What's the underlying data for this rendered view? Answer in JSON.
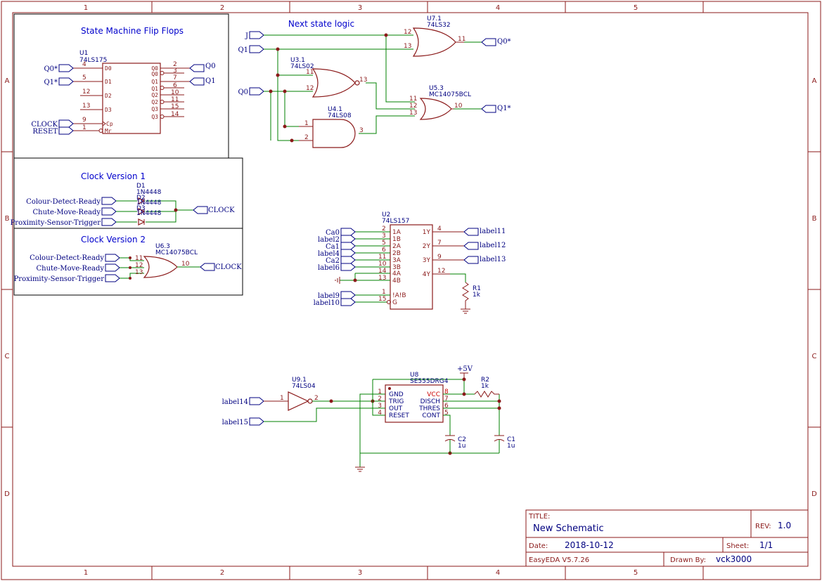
{
  "frame": {
    "cols": [
      "1",
      "2",
      "3",
      "4",
      "5"
    ],
    "rows": [
      "A",
      "B",
      "C",
      "D"
    ]
  },
  "sections": {
    "flipflops": "State Machine Flip Flops",
    "next_state": "Next state logic",
    "clock_v1": "Clock Version 1",
    "clock_v2": "Clock Version 2"
  },
  "u1": {
    "ref": "U1",
    "part": "74LS175",
    "left_pins": [
      {
        "num": "4",
        "name": "D0",
        "net": "Q0*"
      },
      {
        "num": "5",
        "name": "D1",
        "net": "Q1*"
      },
      {
        "num": "12",
        "name": "D2",
        "net": ""
      },
      {
        "num": "13",
        "name": "D3",
        "net": ""
      },
      {
        "num": "9",
        "name": "Cp",
        "net": "CLOCK"
      },
      {
        "num": "1",
        "name": "Mr",
        "net": "RESET"
      }
    ],
    "right_pins": [
      {
        "num": "2",
        "name": "Q0",
        "net": "Q0"
      },
      {
        "num": "3",
        "name": "Q0",
        "net": ""
      },
      {
        "num": "7",
        "name": "Q1",
        "net": "Q1"
      },
      {
        "num": "6",
        "name": "Q1",
        "net": ""
      },
      {
        "num": "10",
        "name": "Q2",
        "net": ""
      },
      {
        "num": "11",
        "name": "Q2",
        "net": ""
      },
      {
        "num": "15",
        "name": "Q3",
        "net": ""
      },
      {
        "num": "14",
        "name": "Q3",
        "net": ""
      }
    ]
  },
  "nsl": {
    "nets": {
      "j": "J",
      "q1": "Q1",
      "q0": "Q0",
      "q0s": "Q0*",
      "q1s": "Q1*"
    },
    "u71": {
      "ref": "U7.1",
      "part": "74LS32",
      "p1": "12",
      "p2": "13",
      "p3": "11"
    },
    "u31": {
      "ref": "U3.1",
      "part": "74LS02",
      "p1": "11",
      "p2": "12",
      "p3": "13"
    },
    "u53": {
      "ref": "U5.3",
      "part": "MC14075BCL",
      "p1": "11",
      "p2": "12",
      "p3": "13",
      "p4": "10"
    },
    "u41": {
      "ref": "U4.1",
      "part": "74LS08",
      "p1": "1",
      "p2": "2",
      "p3": "3"
    }
  },
  "clk1": {
    "inputs": [
      "Colour-Detect-Ready",
      "Chute-Move-Ready",
      "Proximity-Sensor-Trigger"
    ],
    "diode_ref": "D1",
    "diode_part": "1N4448",
    "overlap1": "D2",
    "overlap2": "D3",
    "out": "CLOCK"
  },
  "clk2": {
    "inputs": [
      "Colour-Detect-Ready",
      "Chute-Move-Ready",
      "Proximity-Sensor-Trigger"
    ],
    "ref": "U6.3",
    "part": "MC14075BCL",
    "pins": [
      "11",
      "12",
      "13",
      "10"
    ],
    "out": "CLOCK"
  },
  "u2": {
    "ref": "U2",
    "part": "74LS157",
    "left": [
      {
        "num": "2",
        "name": "1A",
        "net": "Ca0"
      },
      {
        "num": "3",
        "name": "1B",
        "net": "label2"
      },
      {
        "num": "5",
        "name": "2A",
        "net": "Ca1"
      },
      {
        "num": "6",
        "name": "2B",
        "net": "label4"
      },
      {
        "num": "11",
        "name": "3A",
        "net": "Ca2"
      },
      {
        "num": "10",
        "name": "3B",
        "net": "label6"
      },
      {
        "num": "14",
        "name": "4A",
        "net": ""
      },
      {
        "num": "13",
        "name": "4B",
        "net": ""
      },
      {
        "num": "1",
        "name": "!A!B",
        "net": "label9"
      },
      {
        "num": "15",
        "name": "G",
        "net": "label10"
      }
    ],
    "right": [
      {
        "num": "4",
        "name": "1Y",
        "net": "label11"
      },
      {
        "num": "7",
        "name": "2Y",
        "net": "label12"
      },
      {
        "num": "9",
        "name": "3Y",
        "net": "label13"
      },
      {
        "num": "12",
        "name": "4Y",
        "net": ""
      }
    ],
    "r1_ref": "R1",
    "r1_val": "1k"
  },
  "timer": {
    "u91_ref": "U9.1",
    "u91_part": "74LS04",
    "u91_in": "1",
    "u91_out": "2",
    "in1": "label14",
    "in2": "label15",
    "u8_ref": "U8",
    "u8_part": "SE555DRG4",
    "left": [
      {
        "num": "1",
        "name": "GND"
      },
      {
        "num": "2",
        "name": "TRIG"
      },
      {
        "num": "3",
        "name": "OUT"
      },
      {
        "num": "4",
        "name": "RESET"
      }
    ],
    "right": [
      {
        "num": "8",
        "name": "VCC"
      },
      {
        "num": "7",
        "name": "DISCH"
      },
      {
        "num": "6",
        "name": "THRES"
      },
      {
        "num": "5",
        "name": "CONT"
      }
    ],
    "vcc": "+5V",
    "r2_ref": "R2",
    "r2_val": "1k",
    "c2_ref": "C2",
    "c2_val": "1u",
    "c1_ref": "C1",
    "c1_val": "1u"
  },
  "titleblock": {
    "title_label": "TITLE:",
    "title": "New Schematic",
    "rev_label": "REV:",
    "rev": "1.0",
    "date_label": "Date:",
    "date": "2018-10-12",
    "sheet_label": "Sheet:",
    "sheet": "1/1",
    "tool": "EasyEDA V5.7.26",
    "drawn_label": "Drawn By:",
    "drawn": "vck3000"
  },
  "colors": {
    "frame": "#8b1a1a",
    "wire": "#008000",
    "label": "#000080",
    "title": "#0000cc"
  }
}
